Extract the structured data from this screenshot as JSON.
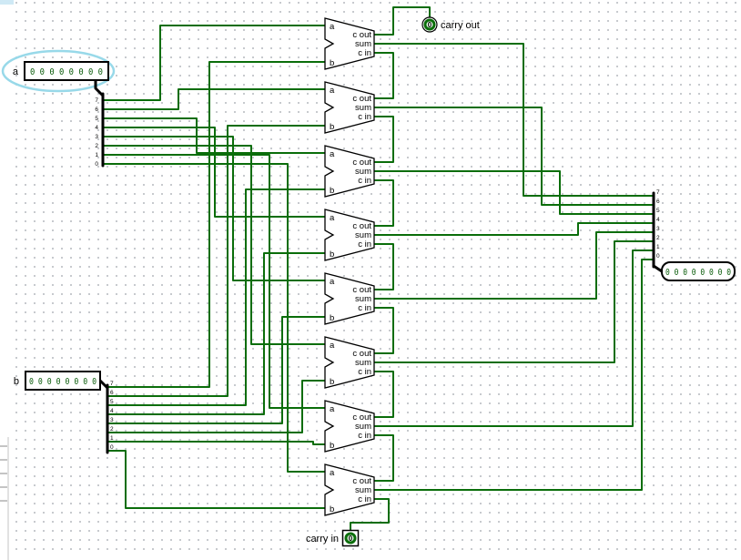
{
  "canvas": {
    "wire_color": "#0a6d0a",
    "bus_color": "#000000",
    "grid_dot_color": "#b9bcc2",
    "selection_halo_color": "#98d9e9"
  },
  "components": {
    "input_a": {
      "label": "a",
      "value_bits": "0 0 0 0 0 0 0 0"
    },
    "input_b": {
      "label": "b",
      "value_bits": "0 0 0 0 0 0 0 0"
    },
    "output_sum": {
      "value_bits": "0 0 0 0 0 0 0 0"
    },
    "carry_out": {
      "label": "carry out",
      "value": "0"
    },
    "carry_in": {
      "label": "carry in",
      "value": "0"
    },
    "adder_count": 8,
    "adder_ports": {
      "a": "a",
      "b": "b",
      "cout": "c out",
      "sum": "sum",
      "cin": "c in"
    }
  },
  "splitter_bit_labels": [
    "7",
    "6",
    "5",
    "4",
    "3",
    "2",
    "1",
    "0"
  ]
}
